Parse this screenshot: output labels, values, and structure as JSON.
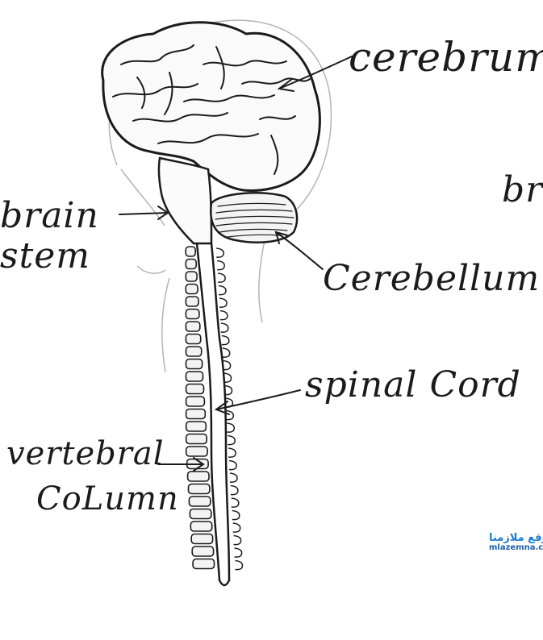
{
  "labels": {
    "cerebrum": "cerebrum",
    "brain_stem_line1": "brain",
    "brain_stem_line2": "stem",
    "title_fragment": "br",
    "cerebellum": "Cerebellum",
    "spinal_cord": "spinal Cord",
    "vertebral_column_line1": "vertebral",
    "vertebral_column_line2": "CoLumn"
  },
  "watermark": {
    "arabic": "موقع ملازمنا",
    "site": "mlazemna.com"
  },
  "colors": {
    "ink": "#1b1b1b",
    "pencil": "#b4b4b4",
    "watermark": "#1a7ad1"
  }
}
